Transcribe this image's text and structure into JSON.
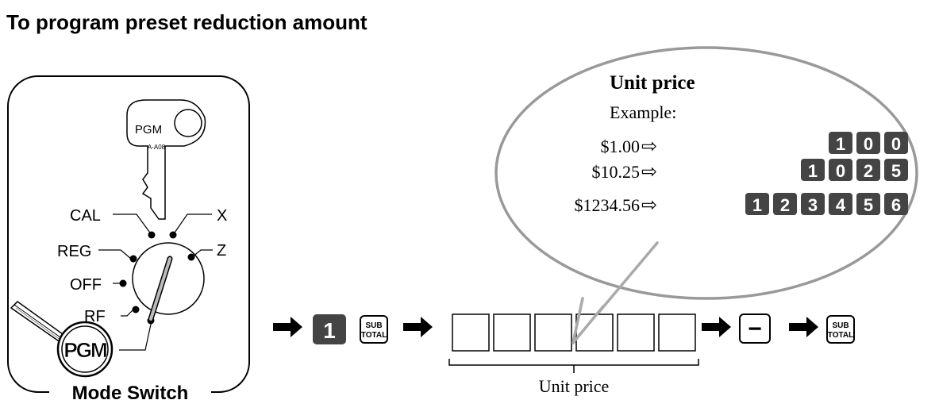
{
  "title": "To program preset reduction amount",
  "mode_switch": {
    "label": "Mode Switch",
    "key_label": "PGM",
    "key_code": "A-A08",
    "positions": [
      "CAL",
      "X",
      "REG",
      "Z",
      "OFF",
      "RF"
    ],
    "selected": "PGM"
  },
  "bubble": {
    "heading": "Unit price",
    "example_label": "Example:",
    "examples": [
      {
        "amount": "$1.00",
        "keys": [
          "1",
          "0",
          "0"
        ]
      },
      {
        "amount": "$10.25",
        "keys": [
          "1",
          "0",
          "2",
          "5"
        ]
      },
      {
        "amount": "$1234.56",
        "keys": [
          "1",
          "2",
          "3",
          "4",
          "5",
          "6"
        ]
      }
    ],
    "arrow_glyph": "⇨"
  },
  "sequence": {
    "digit_key": "1",
    "subtotal_line1": "SUB",
    "subtotal_line2": "TOTAL",
    "minus_key": "−",
    "unit_price_label": "Unit price",
    "entry_boxes": 6
  },
  "colors": {
    "key_fill": "#444444",
    "bubble_stroke": "#999999",
    "pointer_stroke": "#aaaaaa"
  }
}
